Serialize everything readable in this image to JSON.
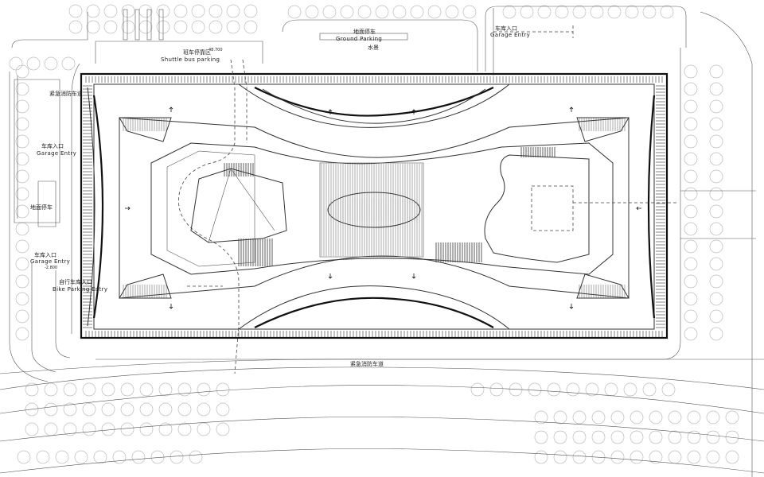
{
  "plan": {
    "labels": {
      "ground_parking_cn": "地面停车",
      "ground_parking_en": "Ground Parking",
      "water_cn": "水景",
      "garage_entry_top_cn": "车库入口",
      "garage_entry_top_en": "Garage Entry",
      "shuttle_cn": "班车停靠区",
      "shuttle_en": "Shuttle bus parking",
      "elevation": "48.700",
      "fire_lane_left_cn": "紧急消防车道",
      "garage_entry_left_cn": "车库入口",
      "garage_entry_left_en": "Garage Entry",
      "ground_parking_left_cn": "地面停车",
      "garage_entry_lower_cn": "车库入口",
      "garage_entry_lower_en": "Garage Entry",
      "lower_elevation": "-2.800",
      "bike_cn": "自行车库入口",
      "bike_en": "Bike Parking Entry",
      "fire_lane_bottom_cn": "紧急消防车道"
    }
  }
}
